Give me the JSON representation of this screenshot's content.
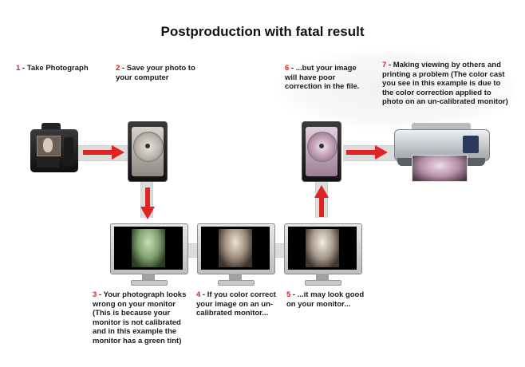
{
  "title": "Postproduction with fatal result",
  "steps": [
    {
      "num": "1",
      "text": " - Take Photograph"
    },
    {
      "num": "2",
      "text": " - Save your photo to your computer"
    },
    {
      "num": "3",
      "text": " - Your photograph looks wrong on your monitor (This is because your monitor is not calibrated and in this example the monitor has a green tint)"
    },
    {
      "num": "4",
      "text": " - If you color correct your image on an un-calibrated monitor..."
    },
    {
      "num": "5",
      "text": " - ...it may look good on your monitor..."
    },
    {
      "num": "6",
      "text": " - ...but your image will have poor correction in the file."
    },
    {
      "num": "7",
      "text": " - Making viewing by others and printing a problem (The color cast you see in this example is due to the color correction applied to photo on an un-calibrated monitor)"
    }
  ],
  "colors": {
    "step_number": "#d42020",
    "arrow": "#e02424",
    "green_tint": "#7fa36e",
    "neutral_photo": "#a08e7e",
    "magenta_tint": "#b48fa8"
  },
  "icons": [
    "camera-icon",
    "hard-drive-icon",
    "monitor-icon",
    "printer-icon",
    "arrow-right-icon",
    "arrow-down-icon",
    "arrow-up-icon"
  ]
}
